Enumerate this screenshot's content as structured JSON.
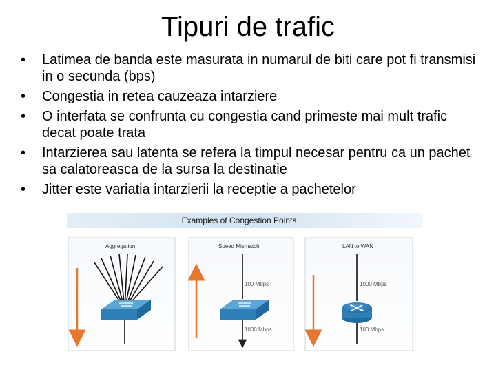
{
  "slide": {
    "title": "Tipuri de trafic",
    "bullets": [
      "Latimea de banda este masurata in numarul de biti care pot fi transmisi in o secunda (bps)",
      "Congestia in retea cauzeaza intarziere",
      "O interfata se confrunta cu congestia cand primeste mai mult trafic decat poate trata",
      "Intarzierea sau latenta se refera la timpul necesar pentru ca un pachet sa calatoreasca de la sursa la destinatie",
      "Jitter este variatia intarzierii la receptie a pachetelor"
    ],
    "bullet_glyph": "•"
  },
  "figure": {
    "header": "Examples of Congestion Points",
    "panels": [
      {
        "label": "Aggregation"
      },
      {
        "label": "Speed Mismatch",
        "top_rate": "100 Mbps",
        "bottom_rate": "1000 Mbps"
      },
      {
        "label": "LAN to WAN",
        "top_rate": "1000 Mbps",
        "bottom_rate": "100 Mbps"
      }
    ],
    "colors": {
      "header_band": "#dce9f4",
      "device_blue": "#2d7fb5",
      "device_top": "#5aa6d6",
      "arrow_orange": "#e8772e"
    },
    "icons": [
      "switch-icon",
      "switch-icon",
      "router-icon"
    ]
  }
}
